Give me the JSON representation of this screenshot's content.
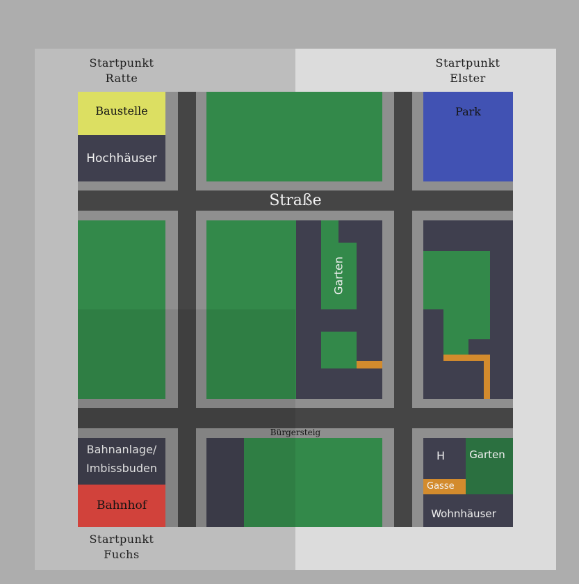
{
  "colors": {
    "green": "#33894a",
    "green_dark": "#2b7040",
    "dark_block": "#3f3f4e",
    "road": "#454545",
    "sidewalk": "#8f8f8f",
    "yellow": "#dcdf62",
    "blue": "#4152b3",
    "red": "#e34840",
    "orange": "#d38b2d"
  },
  "start_points": {
    "rat": "Startpunkt\nRatte",
    "magpie": "Startpunkt\nElster",
    "fox": "Startpunkt\nFuchs"
  },
  "street_label": "Straße",
  "sidewalk_label": "Bürgersteig",
  "blocks": {
    "construction": "Baustelle",
    "highrises": "Hochhäuser",
    "park": "Park",
    "garden_vertical": "Garten",
    "railway": "Bahnanlage/\nImbissbuden",
    "station": "Bahnhof",
    "house_h": "H",
    "garden_br": "Garten",
    "alley": "Gasse",
    "residential": "Wohnhäuser"
  }
}
